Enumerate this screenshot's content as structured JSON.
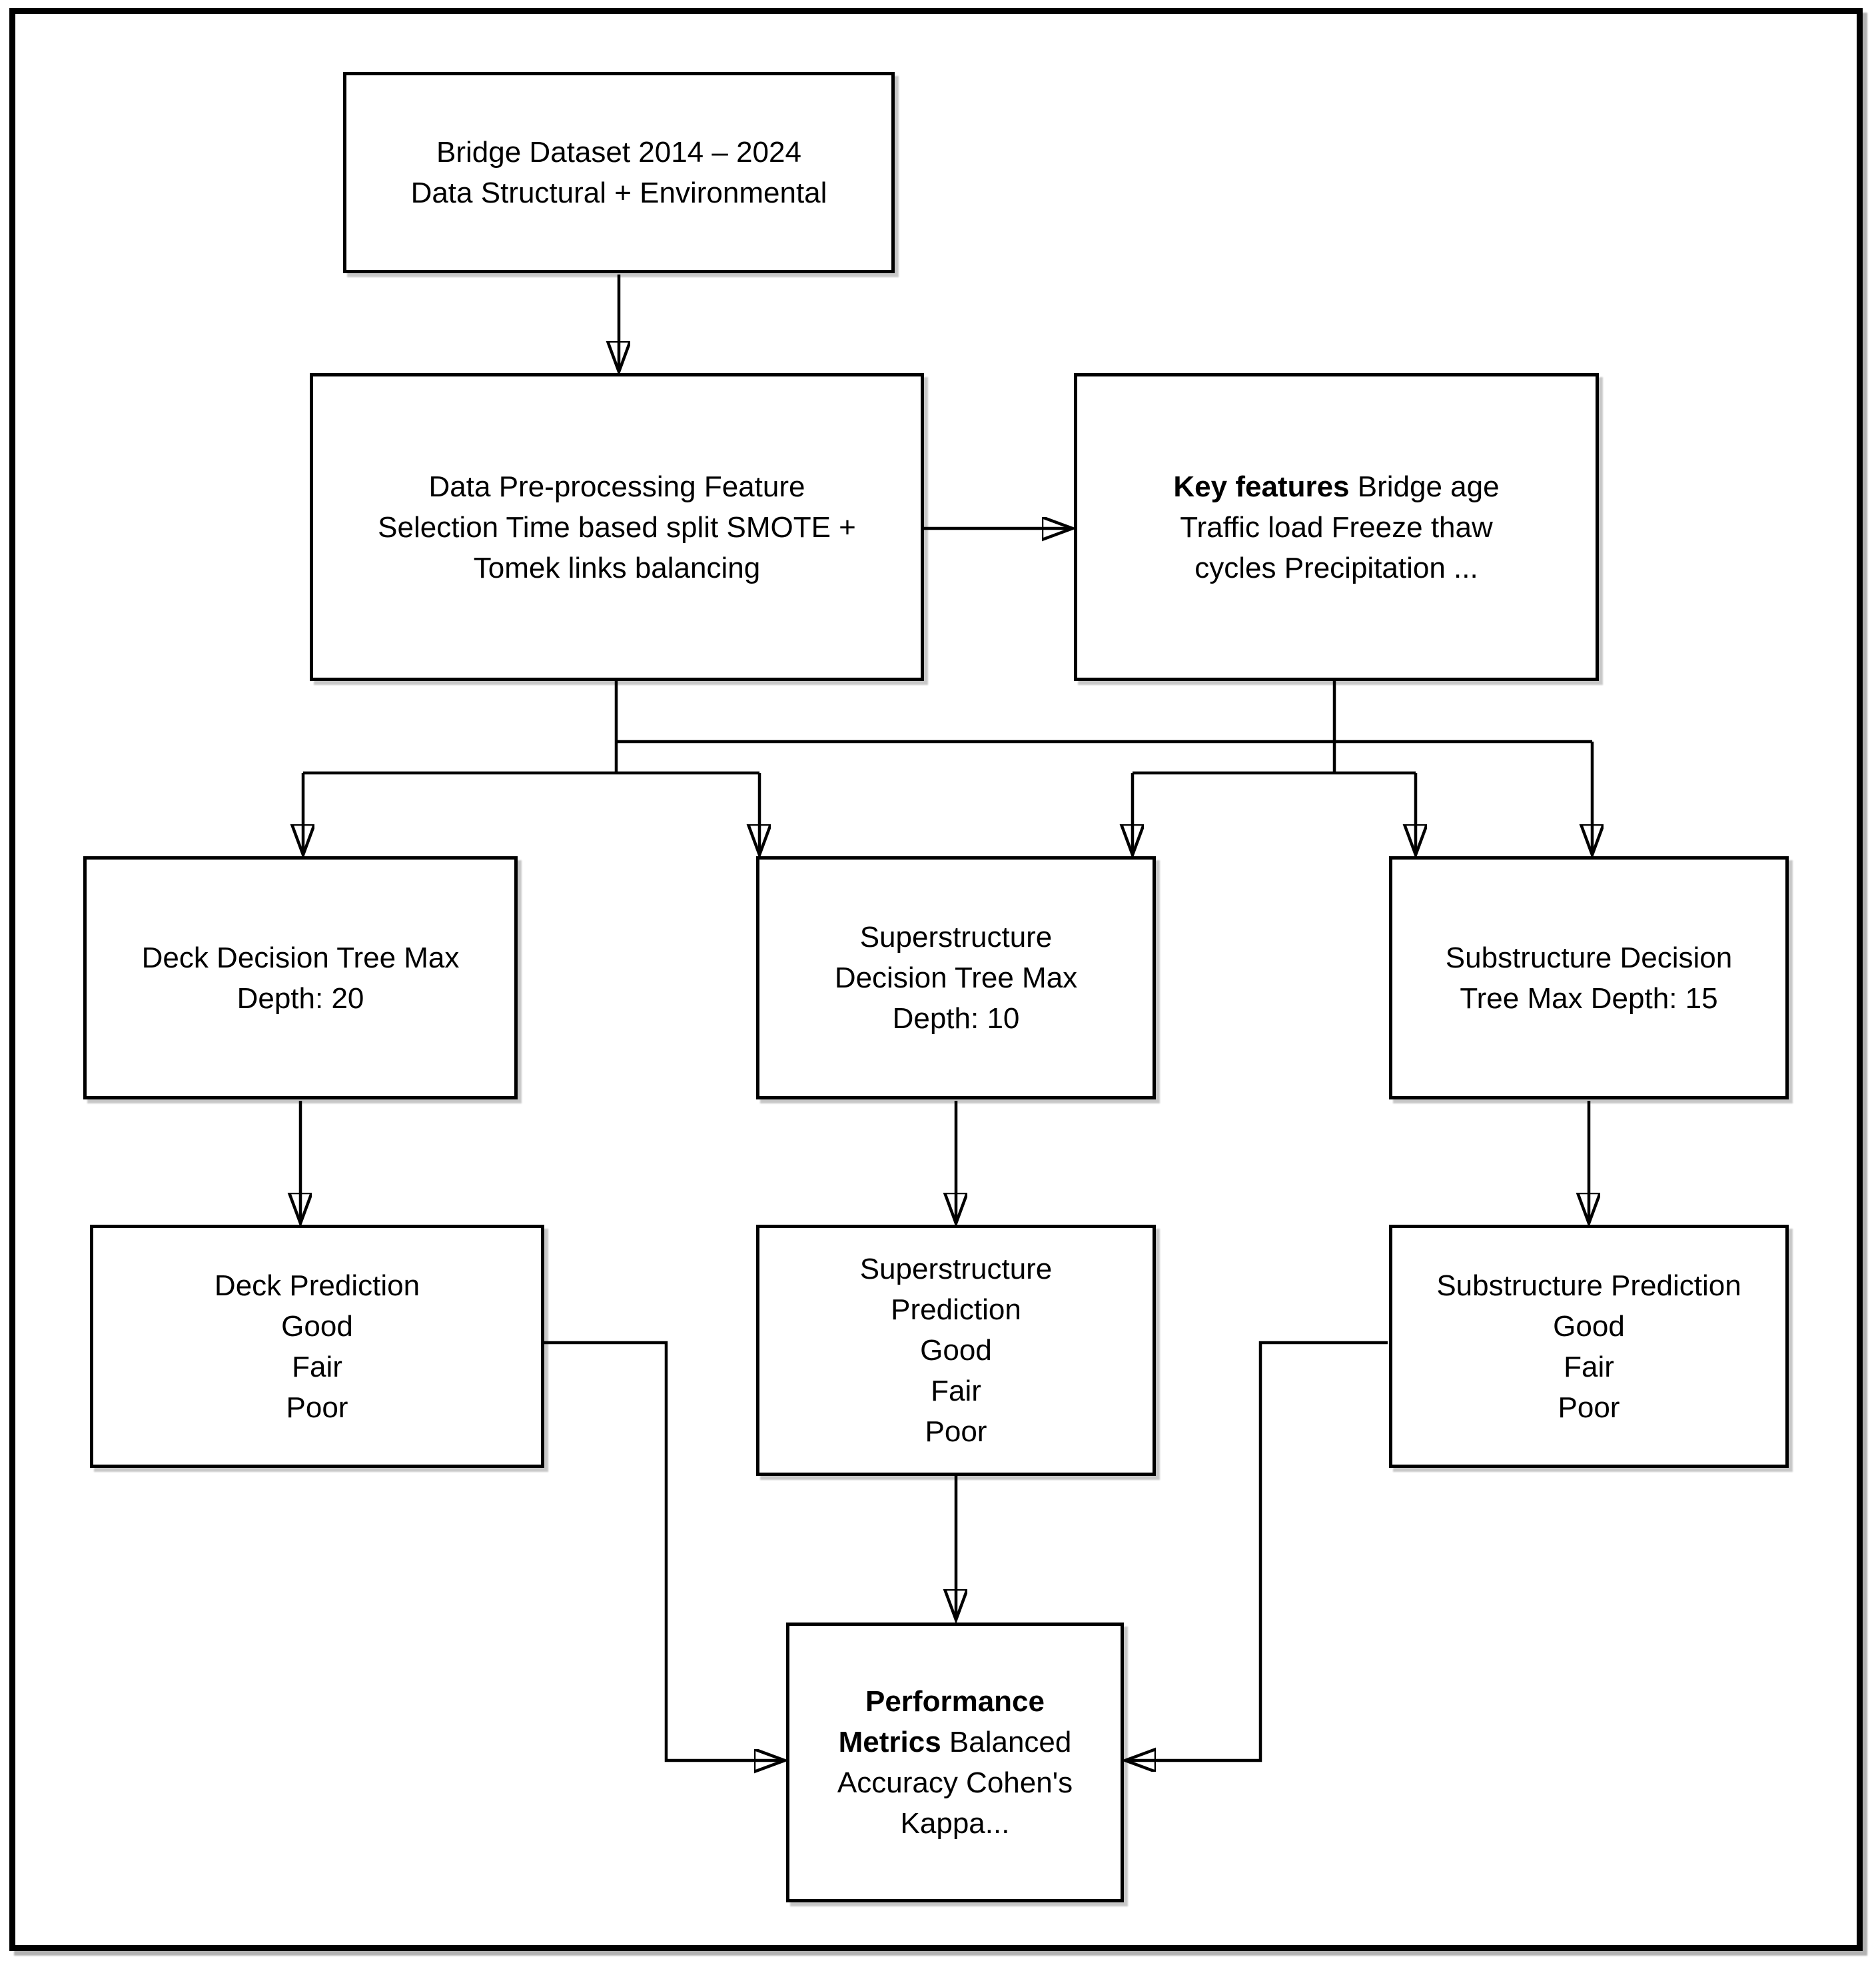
{
  "diagram_type": "flowchart",
  "colors": {
    "background": "#ffffff",
    "box_fill": "#ffffff",
    "box_border": "#000000",
    "connector": "#000000",
    "text": "#000000"
  },
  "nodes": {
    "dataset": {
      "label": "Bridge Dataset 2014 – 2024\nData Structural + Environmental"
    },
    "preprocessing": {
      "label": "Data Pre-processing Feature\nSelection Time based split SMOTE +\nTomek links balancing"
    },
    "key_features": {
      "bold": "Key features",
      "rest": " Bridge age\nTraffic load Freeze thaw\ncycles Precipitation ..."
    },
    "deck_tree": {
      "label": "Deck Decision Tree Max\nDepth: 20"
    },
    "superstructure_tree": {
      "label": "Superstructure\nDecision Tree Max\nDepth: 10"
    },
    "substructure_tree": {
      "label": "Substructure Decision\nTree Max Depth: 15"
    },
    "deck_prediction": {
      "label": "Deck Prediction\nGood\nFair\nPoor"
    },
    "superstructure_prediction": {
      "label": "Superstructure\nPrediction\nGood\nFair\nPoor"
    },
    "substructure_prediction": {
      "label": "Substructure Prediction\nGood\nFair\nPoor"
    },
    "performance_metrics": {
      "bold": "Performance\nMetrics",
      "rest": " Balanced\nAccuracy Cohen's\nKappa..."
    }
  }
}
